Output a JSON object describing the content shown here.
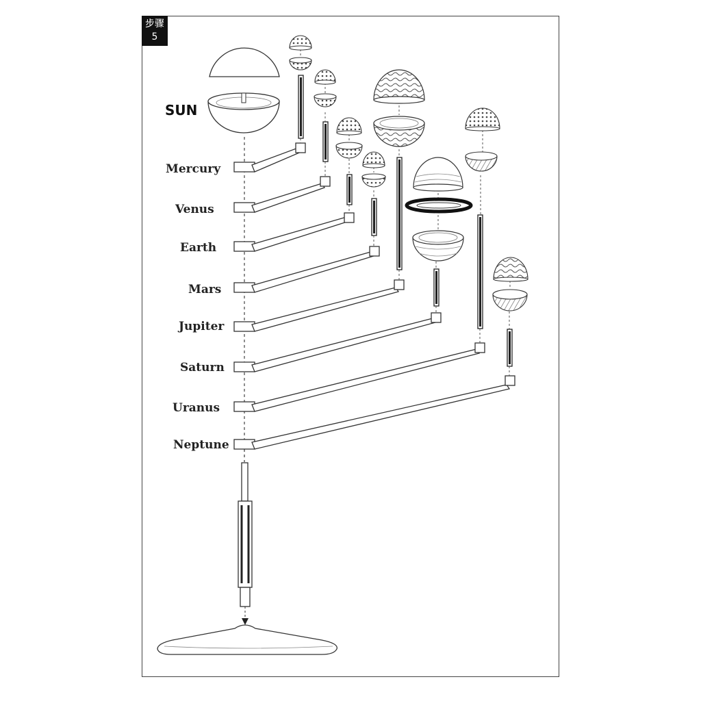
{
  "step": {
    "label": "步骤",
    "number": "5"
  },
  "sun_label": "SUN",
  "planets": [
    {
      "name": "Mercury"
    },
    {
      "name": "Venus"
    },
    {
      "name": "Earth"
    },
    {
      "name": "Mars"
    },
    {
      "name": "Jupiter"
    },
    {
      "name": "Saturn"
    },
    {
      "name": "Uranus"
    },
    {
      "name": "Neptune"
    }
  ],
  "colors": {
    "line": "#333333",
    "background": "#ffffff",
    "badge": "#111111"
  }
}
